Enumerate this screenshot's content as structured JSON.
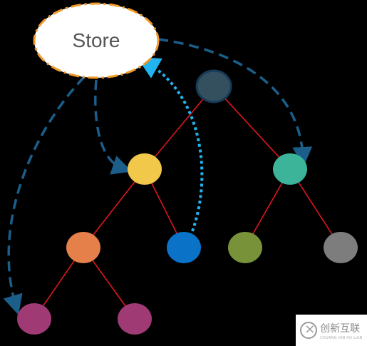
{
  "store": {
    "label": "Store"
  },
  "watermark": {
    "text": "创新互联",
    "subtext": "CHUANG XIN HU LIAN"
  },
  "colors": {
    "background": "#000000",
    "edge": "#e0161d",
    "dashed_flow": "#1b5e8a",
    "dotted_flow": "#21b4f0",
    "store_fill": "#ffffff",
    "store_border": "#f09a28"
  },
  "nodes": [
    {
      "id": "root",
      "color": "#34505f",
      "stroke": "#173a56"
    },
    {
      "id": "yellow",
      "color": "#f1c84a"
    },
    {
      "id": "teal",
      "color": "#3bb49a"
    },
    {
      "id": "orange",
      "color": "#e5804a"
    },
    {
      "id": "blue",
      "color": "#0a72c7"
    },
    {
      "id": "green",
      "color": "#779238"
    },
    {
      "id": "gray",
      "color": "#7d7d7d"
    },
    {
      "id": "purple-left",
      "color": "#a03a75"
    },
    {
      "id": "purple-right",
      "color": "#a03a75"
    }
  ],
  "edges": [
    [
      "root",
      "yellow"
    ],
    [
      "root",
      "teal"
    ],
    [
      "yellow",
      "orange"
    ],
    [
      "yellow",
      "blue"
    ],
    [
      "teal",
      "green"
    ],
    [
      "teal",
      "gray"
    ],
    [
      "orange",
      "purple-left"
    ],
    [
      "orange",
      "purple-right"
    ]
  ]
}
